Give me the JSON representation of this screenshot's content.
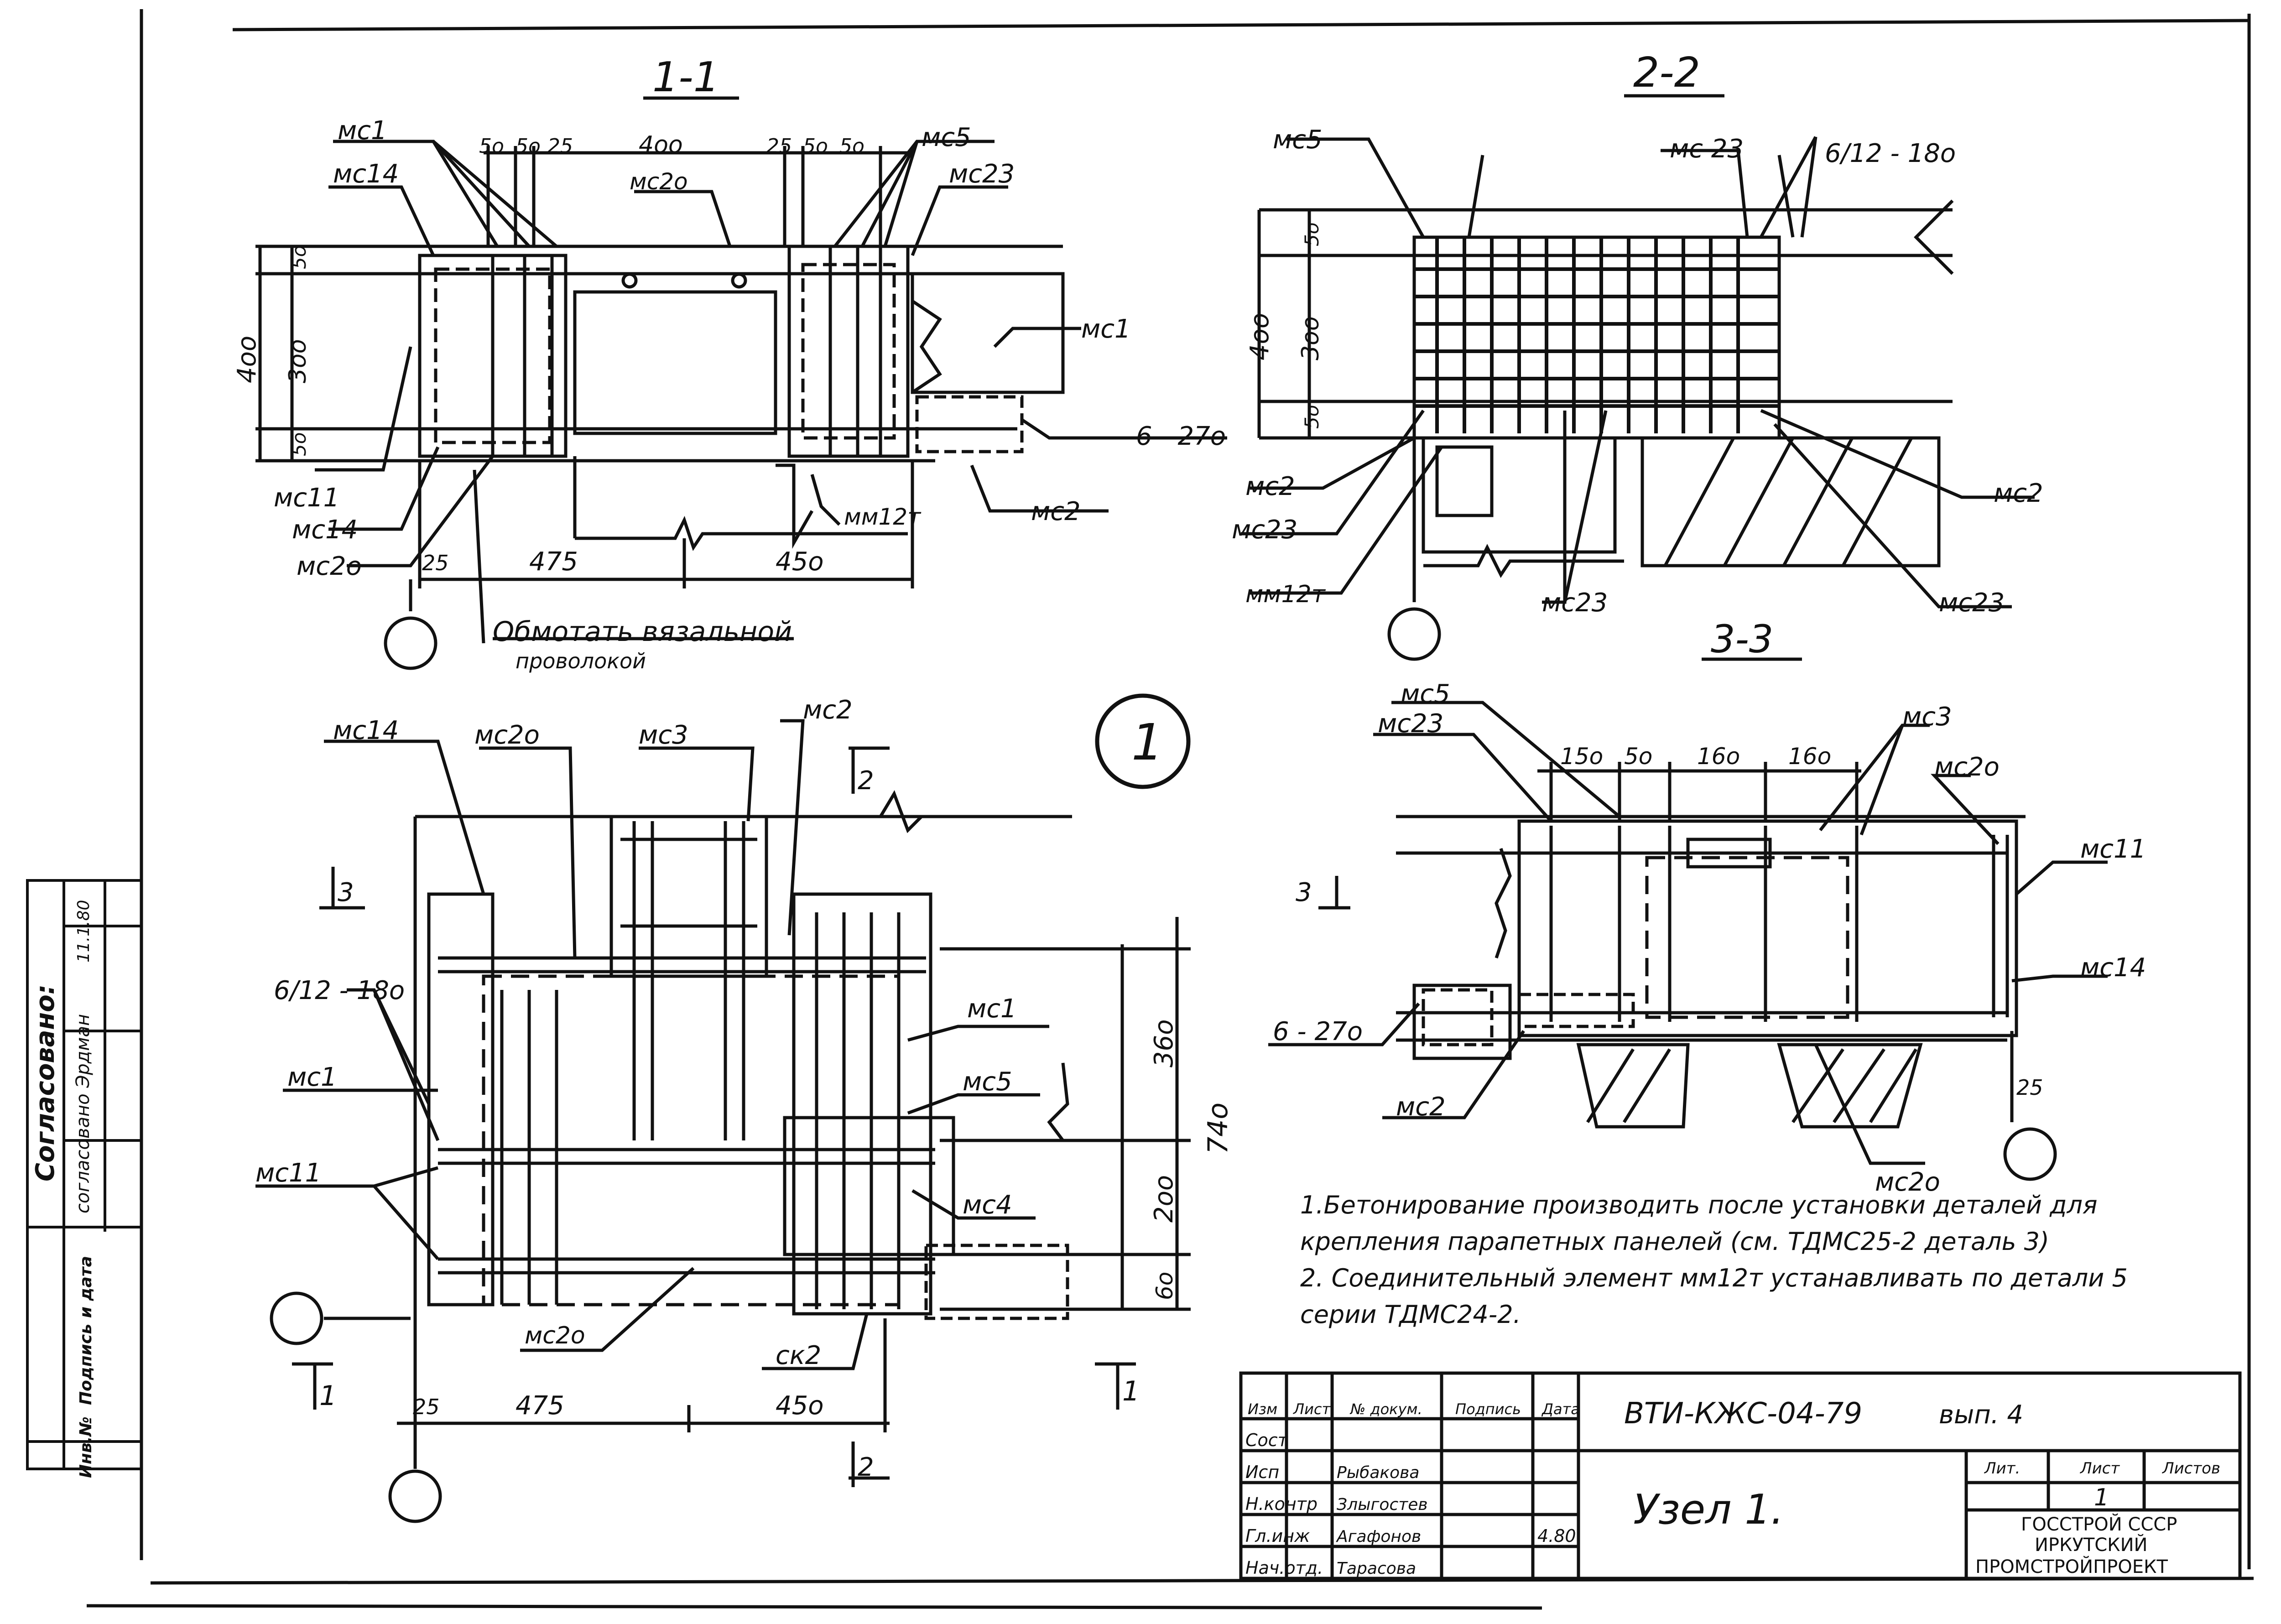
{
  "sections": {
    "s11_title": "1-1",
    "s22_title": "2-2",
    "s33_title": "3-3",
    "node_marker": "1"
  },
  "labels_11": {
    "mc1": "мс1",
    "mc14_top": "мс14",
    "mc20_top": "мс2о",
    "mc5": "мс5",
    "mc23": "мс23",
    "mc1_right": "мс1",
    "bar": "6 - 27о",
    "mc11": "мс11",
    "mc14_bottom": "мс14",
    "mc20_bottom": "мс2о",
    "mm12": "мм12т",
    "mc2": "мс2",
    "dims_top": [
      "5о",
      "5о",
      "25",
      "4оо",
      "25",
      "5о",
      "5о"
    ],
    "dims_left": [
      "5о",
      "3оо",
      "5о"
    ],
    "dim_400": "4оо",
    "dims_bottom": [
      "25",
      "475",
      "45о"
    ],
    "note_1": "Обмотать вязальной",
    "note_2": "проволокой"
  },
  "labels_22": {
    "mc5": "мс5",
    "mc23_top": "мс 23",
    "bar": "6/12 - 18о",
    "dims_left": [
      "5о",
      "3оо",
      "5о"
    ],
    "dim_400": "4оо",
    "mc2_left": "мс2",
    "mc23_left": "мс23",
    "mm12": "мм12т",
    "mc23_bottom": "мс23",
    "mc2_right": "мс2",
    "mc23_right": "мс23"
  },
  "labels_plan": {
    "mc14": "мс14",
    "mc20": "мс2о",
    "mc3": "мс3",
    "mc2": "мс2",
    "bar": "6/12 - 18о",
    "mc1_left": "мс1",
    "mc11": "мс11",
    "mc1_right": "мс1",
    "mc5": "мс5",
    "mc4": "мс4",
    "mc20_bottom": "мс2о",
    "ck2": "ск2",
    "dims_right": [
      "36о",
      "2оо",
      "6о"
    ],
    "dim_740": "74о",
    "dims_bottom": [
      "25",
      "475",
      "45о"
    ],
    "cut_2": "2",
    "cut_3": "3",
    "cut_1": "1"
  },
  "labels_33": {
    "mc5": "мс5",
    "mc23": "мс23",
    "mc3": "мс3",
    "mc20_top": "мс2о",
    "mc11": "мс11",
    "mc14": "мс14",
    "bar": "6 - 27о",
    "mc2": "мс2",
    "mc20_bottom": "мс2о",
    "dim_25": "25",
    "dims_top": [
      "15о",
      "5о",
      "16о",
      "16о"
    ],
    "cut_3": "3"
  },
  "notes": {
    "n1a": "1.Бетонирование производить после установки деталей для",
    "n1b": "крепления парапетных панелей (см. ТДМС25-2 деталь 3)",
    "n2a": "2. Соединительный элемент мм12т устанавливать по детали 5",
    "n2b": "серии ТДМС24-2."
  },
  "side_stamp": {
    "agreed": "Согласовано:",
    "agreed_with": "согласовано Эрдман",
    "date": "11.1.80",
    "signature_date": "Подпись и дата",
    "inv": "Инв.№"
  },
  "title_block": {
    "code": "ВТИ-КЖС-04-79",
    "issue": "вып. 4",
    "title": "Узел 1.",
    "col_headers": [
      "Изм",
      "Лист",
      "№ докум.",
      "Подпись",
      "Дата"
    ],
    "rows": [
      "Сост",
      "Исп",
      "Н.контр",
      "Гл.инж",
      "Нач.отд."
    ],
    "names": [
      "",
      "Рыбакова",
      "Злыгостев",
      "Агафонов",
      "Тарасова"
    ],
    "date_val": "4.80",
    "hdr_lit": "Лит.",
    "hdr_sheet": "Лист",
    "hdr_sheets": "Листов",
    "sheet_no": "1",
    "org1": "ГОССТРОЙ СССР",
    "org2": "ИРКУТСКИЙ",
    "org3": "ПРОМСТРОЙПРОЕКТ"
  }
}
